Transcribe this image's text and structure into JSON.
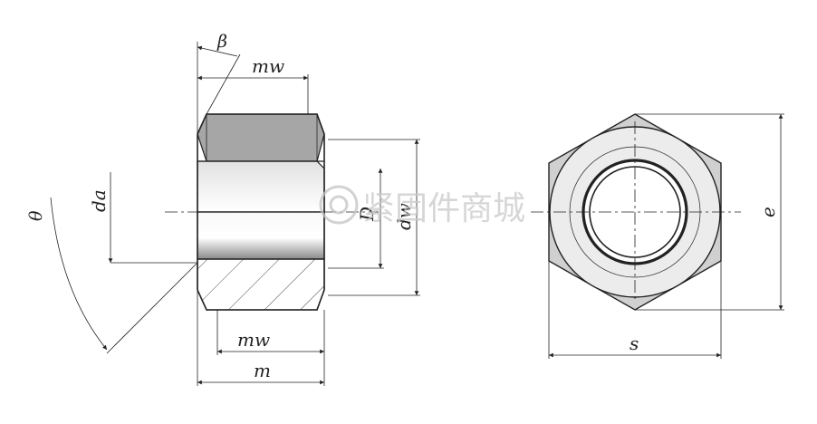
{
  "labels": {
    "beta": "β",
    "mw_top": "mw",
    "mw_bottom": "mw",
    "m": "m",
    "theta": "θ",
    "da": "da",
    "D": "D",
    "dw": "dw",
    "s": "s",
    "e": "e"
  },
  "watermark": {
    "text": "紧固件商城"
  },
  "colors": {
    "line": "#222222",
    "chamfer_fill": "#a6a6a6",
    "bore_fill": "#eeeeee",
    "hex_fill": "#d0d0d0",
    "face_fill": "#e8e8e8",
    "bore_hole": "#ffffff"
  },
  "icons": [
    "watermark-gear-icon"
  ]
}
